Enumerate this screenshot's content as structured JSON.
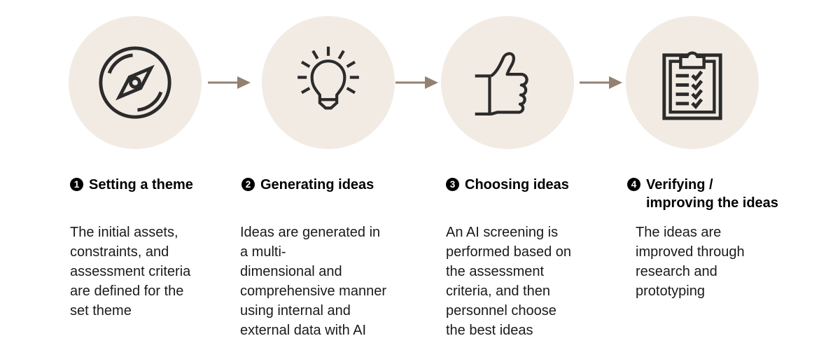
{
  "palette": {
    "circle_bg": "#f2ebe4",
    "icon_stroke": "#2b2b2b",
    "arrow_color": "#94806f",
    "heading_color": "#000000",
    "body_color": "#1a1a1a"
  },
  "arrow_icon": "right-arrow-icon",
  "steps": [
    {
      "number": "1",
      "icon": "compass-icon",
      "title_line1": "Setting a theme",
      "title_line2": "",
      "description": [
        "The initial assets,",
        "constraints, and",
        "assessment criteria",
        "are defined for the",
        "set theme"
      ]
    },
    {
      "number": "2",
      "icon": "lightbulb-icon",
      "title_line1": "Generating ideas",
      "title_line2": "",
      "description": [
        "Ideas are generated in",
        "a multi-",
        "dimensional and",
        "comprehensive manner",
        "using internal and",
        "external data with AI"
      ]
    },
    {
      "number": "3",
      "icon": "thumbs-up-icon",
      "title_line1": "Choosing ideas",
      "title_line2": "",
      "description": [
        "An AI screening is",
        "performed based on",
        "the assessment",
        "criteria, and then",
        "personnel choose",
        "the best ideas"
      ]
    },
    {
      "number": "4",
      "icon": "clipboard-checklist-icon",
      "title_line1": "Verifying /",
      "title_line2": "improving the ideas",
      "description": [
        "The ideas are",
        "improved through",
        "research and",
        "prototyping"
      ]
    }
  ]
}
